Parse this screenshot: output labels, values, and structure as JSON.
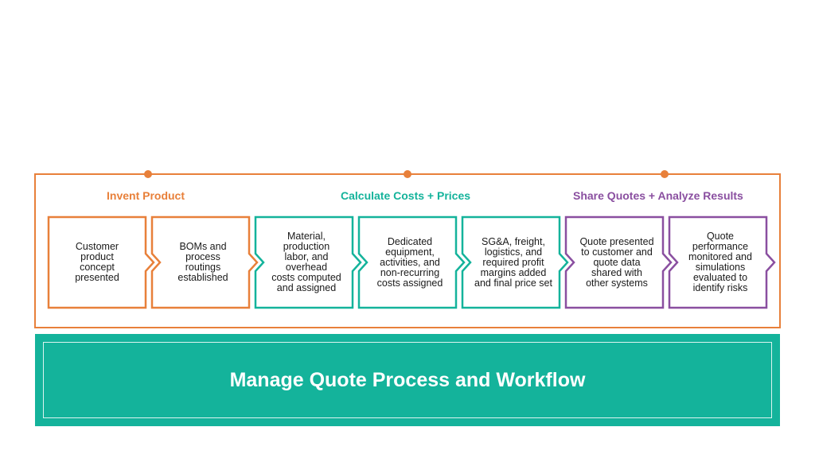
{
  "colors": {
    "orange": "#E8803A",
    "teal": "#14B39B",
    "purple": "#8A4FA0"
  },
  "phases": [
    {
      "label": "Invent Product",
      "color": "#E8803A"
    },
    {
      "label": "Calculate Costs + Prices",
      "color": "#14B39B"
    },
    {
      "label": "Share Quotes + Analyze Results",
      "color": "#8A4FA0"
    }
  ],
  "steps": [
    {
      "text": "Customer\nproduct\nconcept\npresented",
      "color": "#E8803A"
    },
    {
      "text": "BOMs and\nprocess\nroutings\nestablished",
      "color": "#E8803A"
    },
    {
      "text": "Material,\nproduction\nlabor, and\noverhead\ncosts computed\nand assigned",
      "color": "#14B39B"
    },
    {
      "text": "Dedicated\nequipment,\nactivities, and\nnon-recurring\ncosts assigned",
      "color": "#14B39B"
    },
    {
      "text": "SG&A, freight,\nlogistics, and\nrequired profit\nmargins added\nand final price set",
      "color": "#14B39B"
    },
    {
      "text": "Quote presented\nto customer and\nquote data\nshared with\nother systems",
      "color": "#8A4FA0"
    },
    {
      "text": "Quote\nperformance\nmonitored and\nsimulations\nevaluated to\nidentify risks",
      "color": "#8A4FA0"
    }
  ],
  "banner": {
    "title": "Manage Quote Process and Workflow",
    "color": "#14B39B"
  }
}
